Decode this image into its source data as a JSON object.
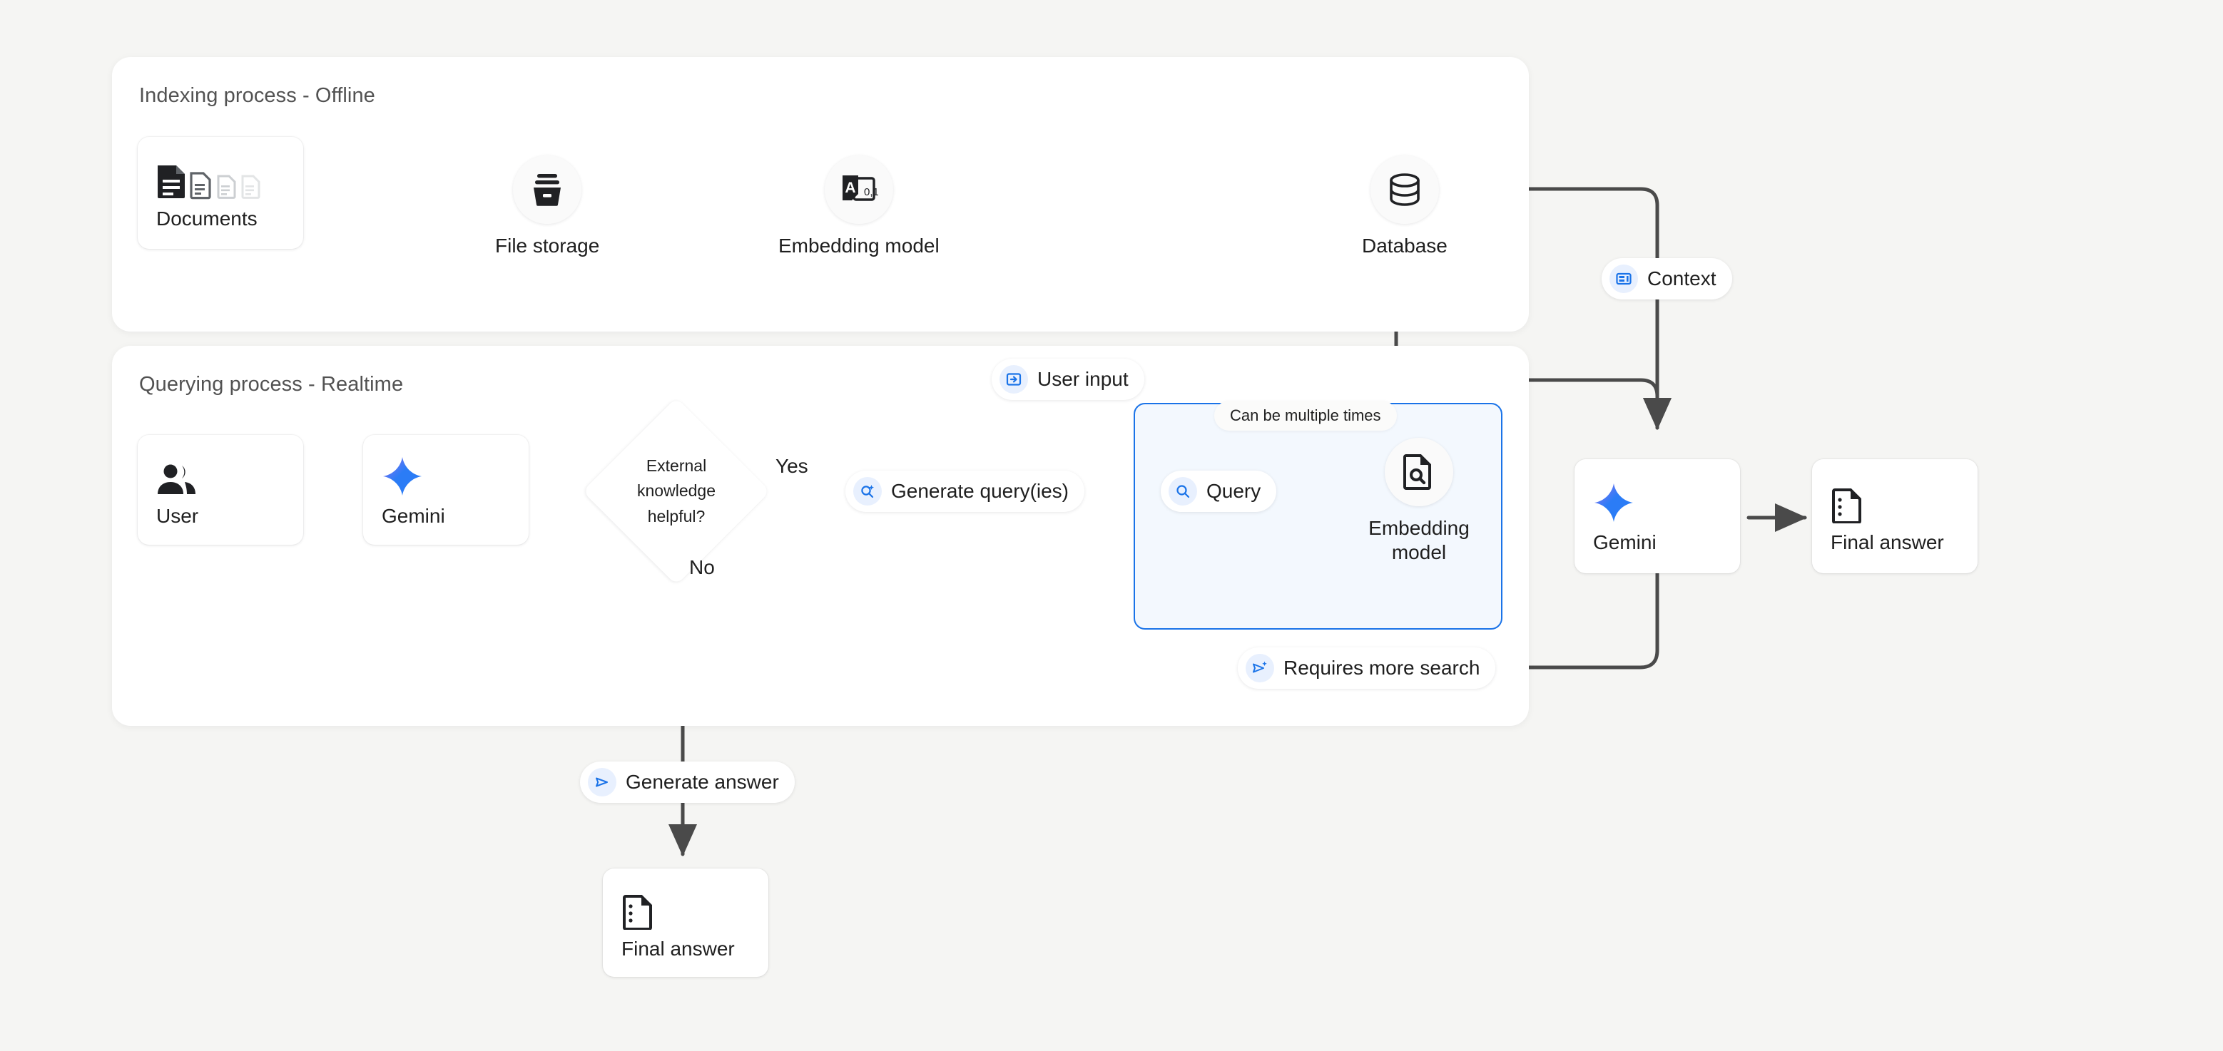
{
  "background_color": "#f5f5f3",
  "accent_color": "#1a73e8",
  "line_color": "#4a4a4a",
  "panels": {
    "indexing": {
      "title": "Indexing process - Offline"
    },
    "querying": {
      "title": "Querying process - Realtime"
    }
  },
  "indexing": {
    "documents": {
      "label": "Documents",
      "icon": "documents-icon"
    },
    "file_storage": {
      "label": "File storage",
      "icon": "archive-box-icon"
    },
    "embedding_model": {
      "label": "Embedding model",
      "icon": "text-embedding-icon"
    },
    "database": {
      "label": "Database",
      "icon": "database-icon"
    }
  },
  "querying": {
    "user": {
      "label": "User",
      "icon": "people-icon"
    },
    "gemini": {
      "label": "Gemini",
      "icon": "gemini-sparkle-icon"
    },
    "decision": {
      "line1": "External",
      "line2": "knowledge",
      "line3": "helpful?"
    },
    "yes_label": "Yes",
    "no_label": "No",
    "generate_queries": {
      "label": "Generate query(ies)",
      "icon": "search-spark-icon"
    },
    "query": {
      "label": "Query",
      "icon": "search-icon"
    },
    "embedding_model": {
      "label_line1": "Embedding",
      "label_line2": "model",
      "icon": "document-search-icon"
    },
    "loop_note": "Can be multiple times",
    "requires_more_search": {
      "label": "Requires more search",
      "icon": "send-spark-icon"
    },
    "generate_answer": {
      "label": "Generate answer",
      "icon": "send-icon"
    },
    "final_answer_bottom": {
      "label": "Final answer",
      "icon": "answer-doc-icon"
    }
  },
  "output": {
    "context": {
      "label": "Context",
      "icon": "context-panel-icon"
    },
    "user_input": {
      "label": "User input",
      "icon": "input-login-icon"
    },
    "gemini": {
      "label": "Gemini",
      "icon": "gemini-sparkle-icon"
    },
    "final_answer": {
      "label": "Final answer",
      "icon": "answer-doc-icon"
    }
  }
}
